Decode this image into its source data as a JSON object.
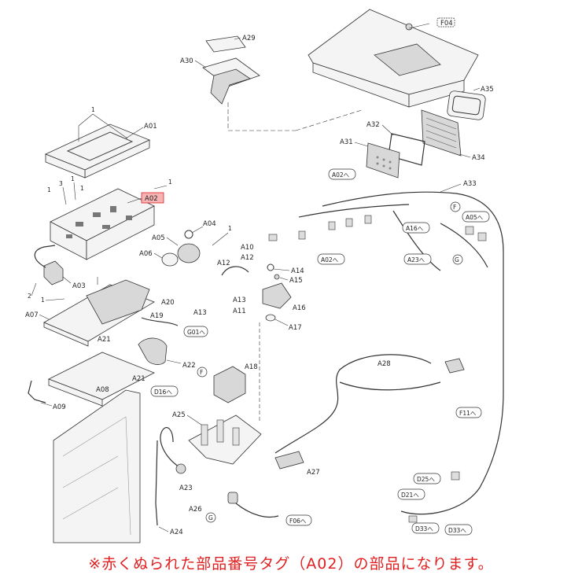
{
  "parts": {
    "A01": "A01",
    "A02": "A02",
    "A03": "A03",
    "A04": "A04",
    "A05": "A05",
    "A06": "A06",
    "A07": "A07",
    "A08": "A08",
    "A09": "A09",
    "A10": "A10",
    "A11": "A11",
    "A12": "A12",
    "A13": "A13",
    "A14": "A14",
    "A15": "A15",
    "A16": "A16",
    "A17": "A17",
    "A18": "A18",
    "A19": "A19",
    "A20": "A20",
    "A21": "A21",
    "A22": "A22",
    "A23": "A23",
    "A24": "A24",
    "A25": "A25",
    "A26": "A26",
    "A27": "A27",
    "A28": "A28",
    "A29": "A29",
    "A30": "A30",
    "A31": "A31",
    "A32": "A32",
    "A33": "A33",
    "A34": "A34",
    "A35": "A35",
    "F04": "F04"
  },
  "connectors": {
    "A02": "A02へ",
    "A16": "A16へ",
    "A23": "A23へ",
    "A05": "A05へ",
    "G01": "G01へ",
    "D16": "D16へ",
    "F11": "F11へ",
    "D25": "D25へ",
    "D21": "D21へ",
    "D33a": "D33へ",
    "D33b": "D33へ",
    "F06": "F06へ"
  },
  "grounds": {
    "F": "F",
    "G": "G"
  },
  "screw": {
    "one": "1",
    "two": "2",
    "three": "3"
  },
  "colors": {
    "highlight": "#e02020",
    "highlight_fill": "#f6b3b3"
  },
  "footnote": "※赤くぬられた部品番号タグ（A02）の部品になります。"
}
